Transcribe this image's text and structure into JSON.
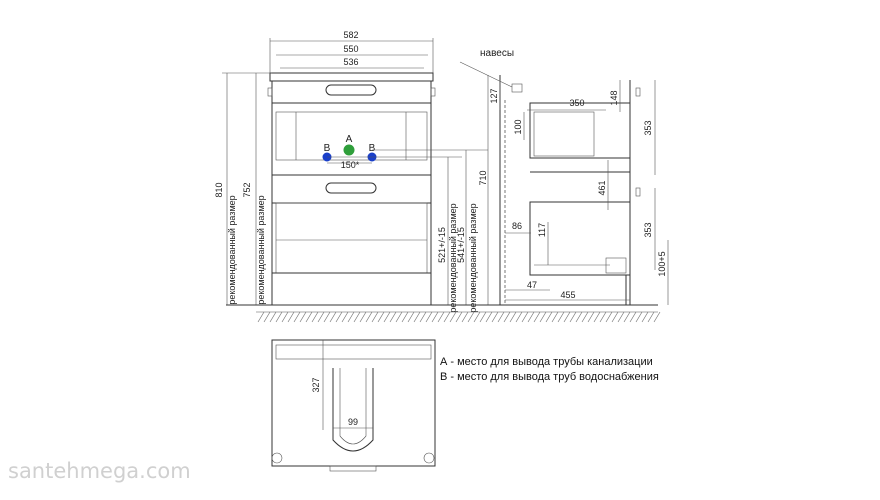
{
  "dimensions": {
    "w582": "582",
    "w550": "550",
    "w536": "536",
    "h810": "810",
    "h752": "752",
    "rec1": "рекомендованный размер",
    "rec2": "рекомендованный размер",
    "rec3": "рекомендованный размер",
    "rec4": "рекомендованный размер",
    "h521": "521+/-15",
    "h541": "541+/-15",
    "h710": "710",
    "pipe_spacing": "150*",
    "side_127": "127",
    "side_100": "100",
    "side_350": "350",
    "side_148": "148",
    "side_353a": "353",
    "side_461": "461",
    "side_353b": "353",
    "side_86": "86",
    "side_117": "117",
    "side_100_5": "100+5",
    "side_47": "47",
    "side_455": "455",
    "top_327": "327",
    "top_99": "99"
  },
  "labels": {
    "hinges": "навесы",
    "point_a": "А",
    "point_b_left": "В",
    "point_b_right": "В"
  },
  "legend": {
    "a": "А - место для вывода трубы канализации",
    "b": "В - место для вывода труб водоснабжения"
  },
  "watermark": "santehmega.com",
  "colors": {
    "drain_point": "#2e9e3a",
    "water_point": "#1a3fc9",
    "lines": "#333333"
  }
}
